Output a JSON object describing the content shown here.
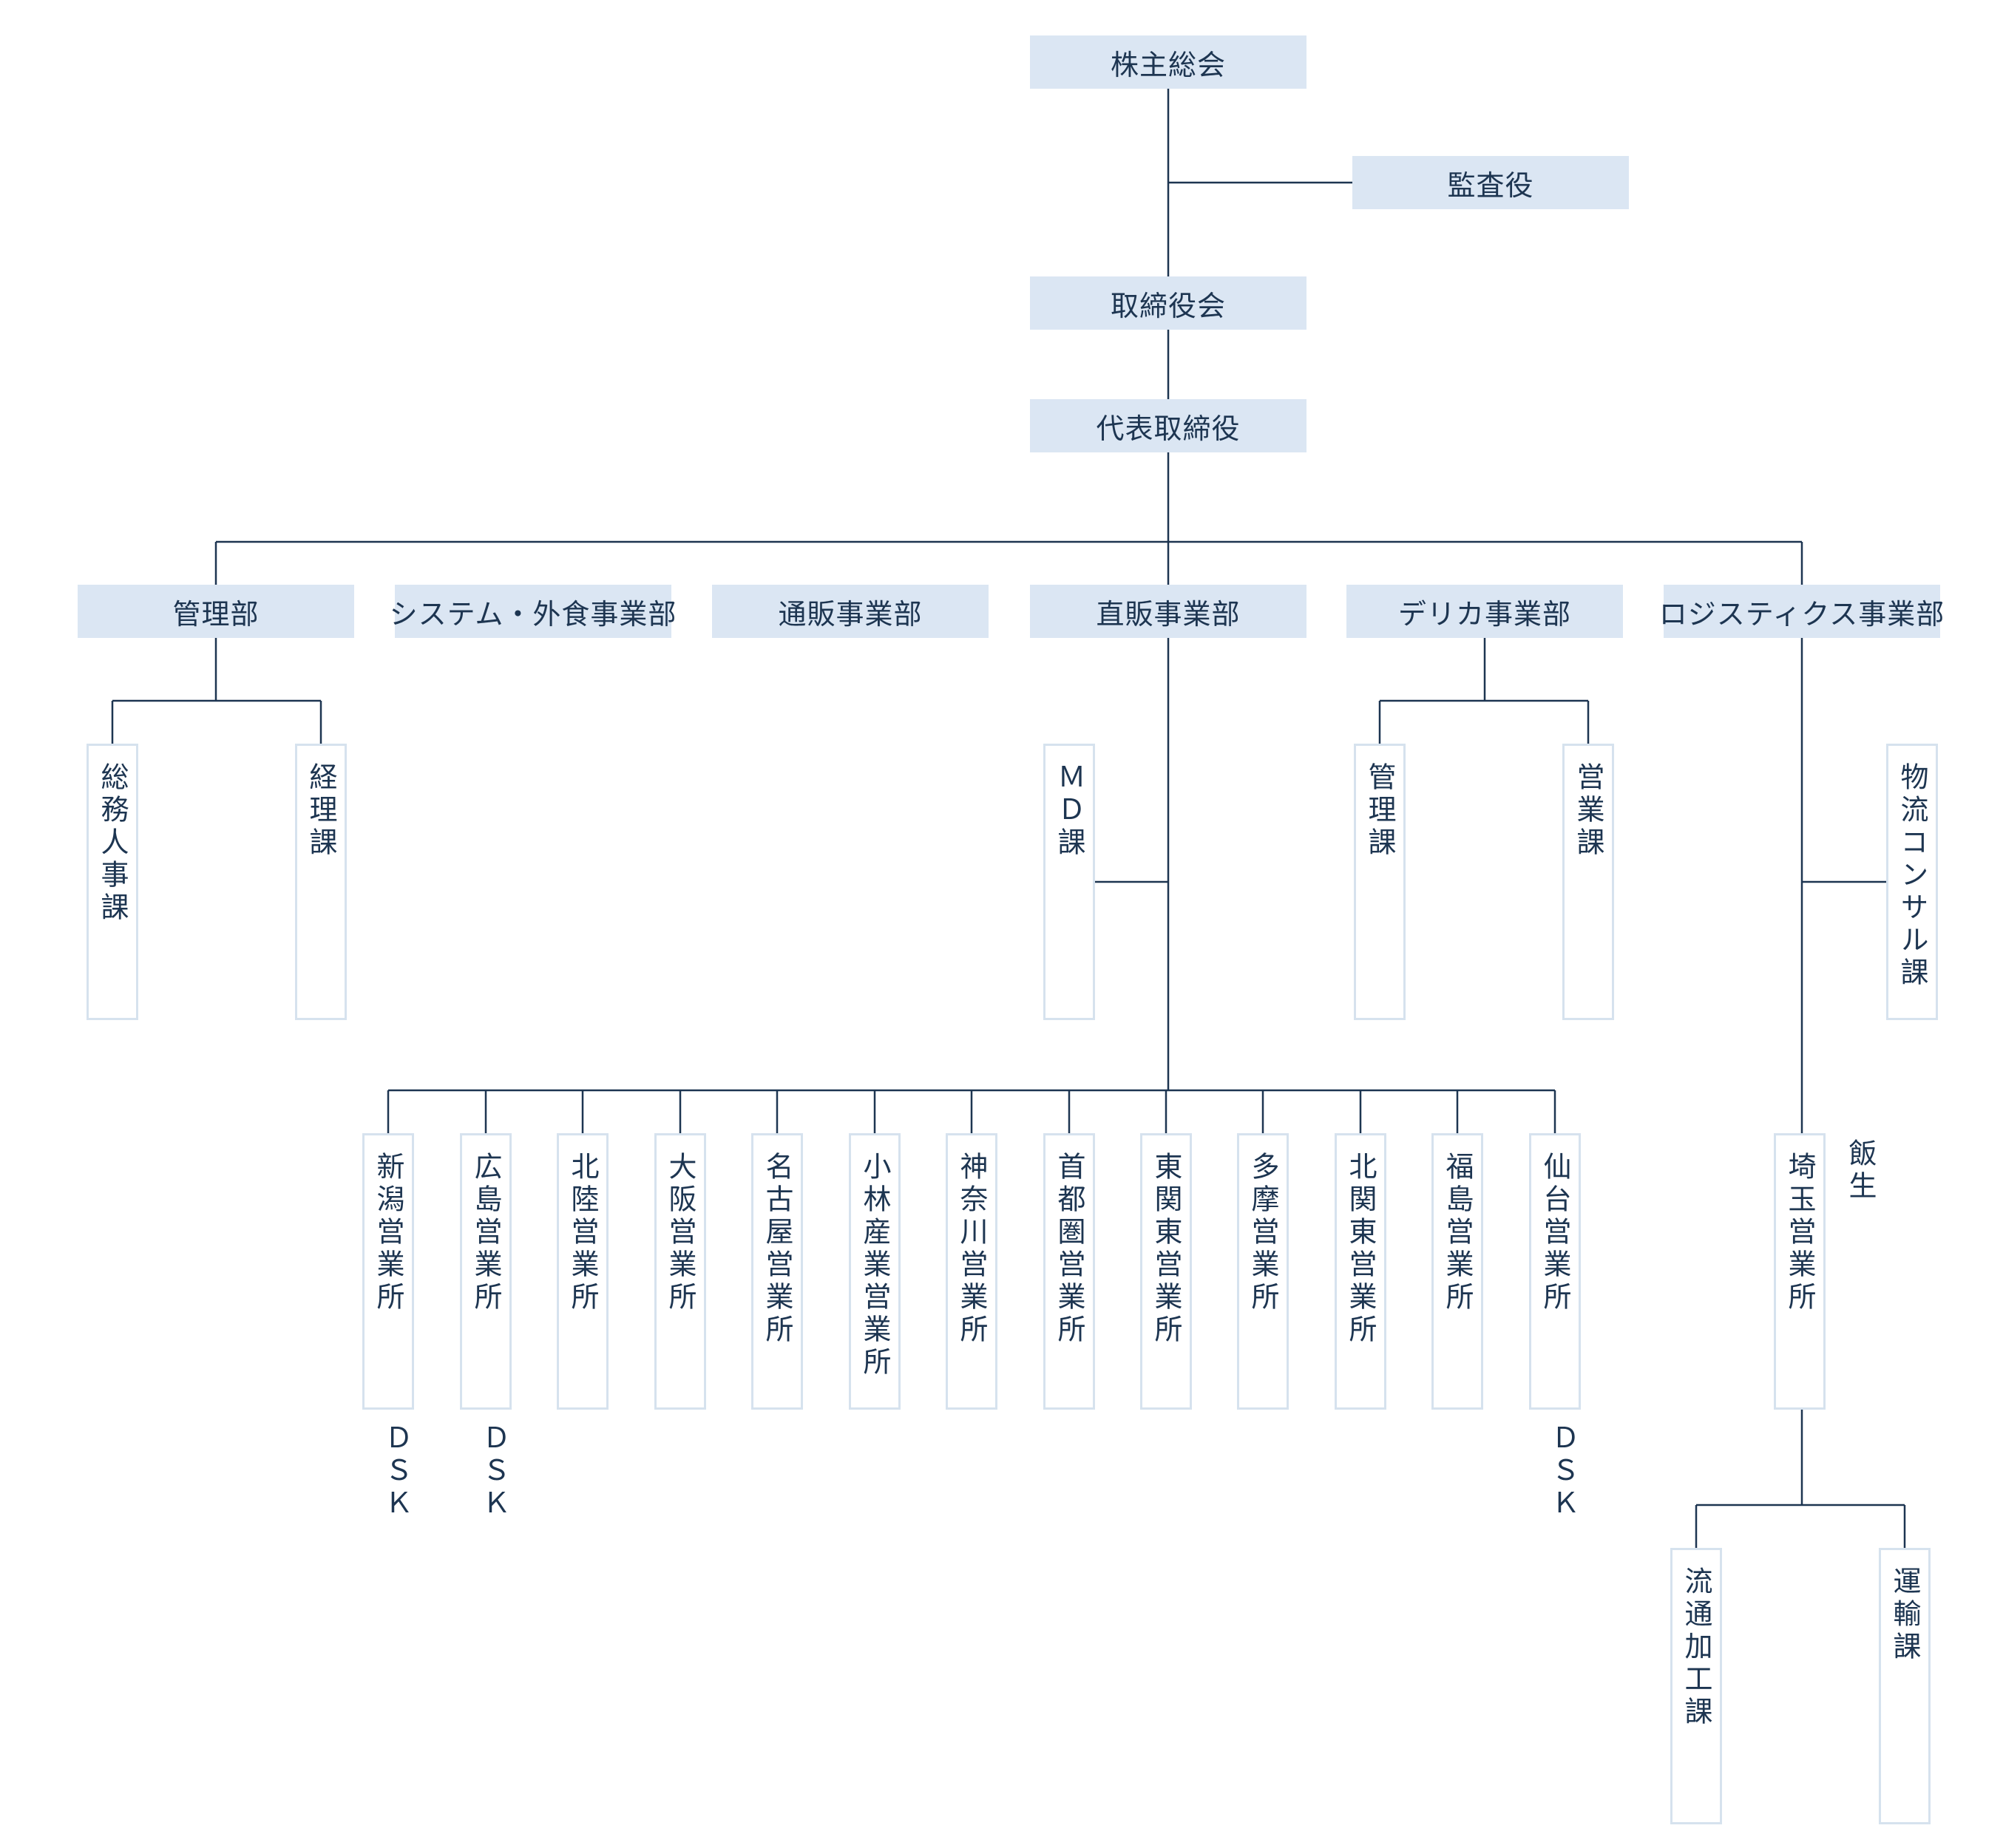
{
  "colors": {
    "line": "#1d3551",
    "fill_top": "#dbe6f3",
    "border_sub": "#d6e2ee",
    "text": "#1d3551"
  },
  "top": {
    "shareholders": "株主総会",
    "auditor": "監査役",
    "board": "取締役会",
    "ceo": "代表取締役"
  },
  "divisions": [
    {
      "label": "管理部"
    },
    {
      "label": "システム・外食事業部"
    },
    {
      "label": "通販事業部"
    },
    {
      "label": "直販事業部"
    },
    {
      "label": "デリカ事業部"
    },
    {
      "label": "ロジスティクス事業部"
    }
  ],
  "sections": {
    "soumu_jinji": "総務人事課",
    "keiri": "経理課",
    "md": "ＭＤ課",
    "delica_kanri": "管理課",
    "delica_eigyo": "営業課",
    "butsuryu_consul": "物流コンサル課",
    "ryutsu_kakou": "流通加工課",
    "unyu": "運輸課"
  },
  "offices": [
    {
      "label": "新潟営業所",
      "note": "ＤＳＫ"
    },
    {
      "label": "広島営業所",
      "note": "ＤＳＫ"
    },
    {
      "label": "北陸営業所",
      "note": ""
    },
    {
      "label": "大阪営業所",
      "note": ""
    },
    {
      "label": "名古屋営業所",
      "note": ""
    },
    {
      "label": "小林産業営業所",
      "note": ""
    },
    {
      "label": "神奈川営業所",
      "note": ""
    },
    {
      "label": "首都圏営業所",
      "note": ""
    },
    {
      "label": "東関東営業所",
      "note": ""
    },
    {
      "label": "多摩営業所",
      "note": ""
    },
    {
      "label": "北関東営業所",
      "note": ""
    },
    {
      "label": "福島営業所",
      "note": ""
    },
    {
      "label": "仙台営業所",
      "note": "ＤＳＫ"
    }
  ],
  "logistics_office": {
    "label": "埼玉営業所",
    "note": "飯生"
  }
}
